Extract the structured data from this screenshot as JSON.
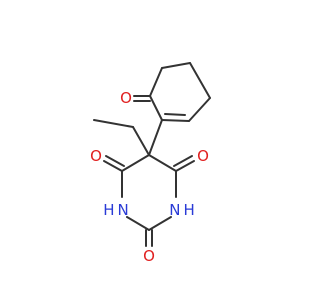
{
  "molecule": {
    "atoms": {
      "o_ketone": "O",
      "o_left": "O",
      "o_right": "O",
      "o_bottom": "O",
      "nh_left": "H N",
      "nh_right": "N H"
    },
    "colors": {
      "bond": "#333333",
      "oxygen": "#e01f1f",
      "nitrogen": "#2a3bd6",
      "background": "#ffffff"
    }
  }
}
